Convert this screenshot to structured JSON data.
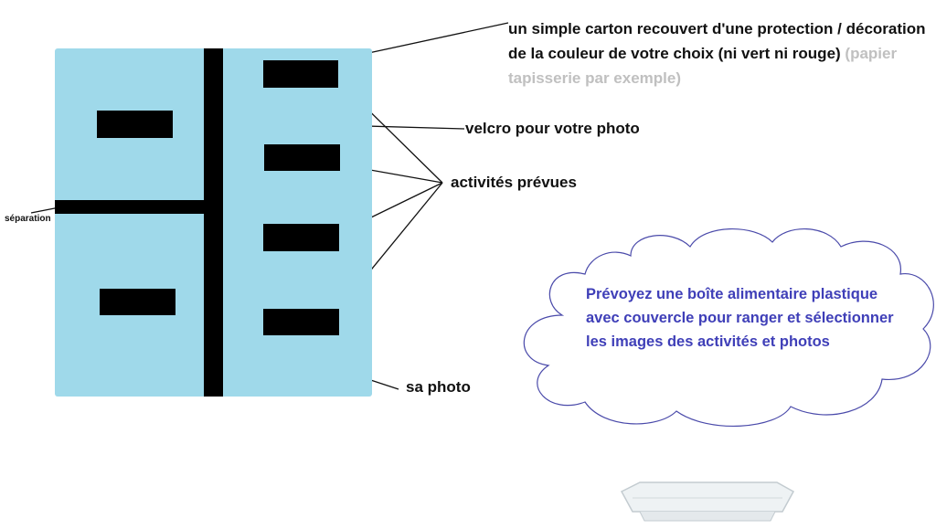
{
  "labels": {
    "title_main": "un simple carton recouvert d'une protection / décoration de la couleur de votre choix (ni vert ni rouge)",
    "title_hint": "(papier tapisserie par exemple)",
    "velcro": "velcro pour votre photo",
    "activites": "activités prévues",
    "separation": "séparation",
    "sa_photo": "sa photo"
  },
  "cloud": {
    "text": "Prévoyez une boîte alimentaire plastique avec couvercle pour ranger et sélectionner les images des activités et photos"
  },
  "colors": {
    "board": "#9fd9ea",
    "blocks": "#000000",
    "cloud_text": "#3f3fb8",
    "cloud_outline": "#4a4aaa",
    "hint_text": "#c0c0c0"
  }
}
